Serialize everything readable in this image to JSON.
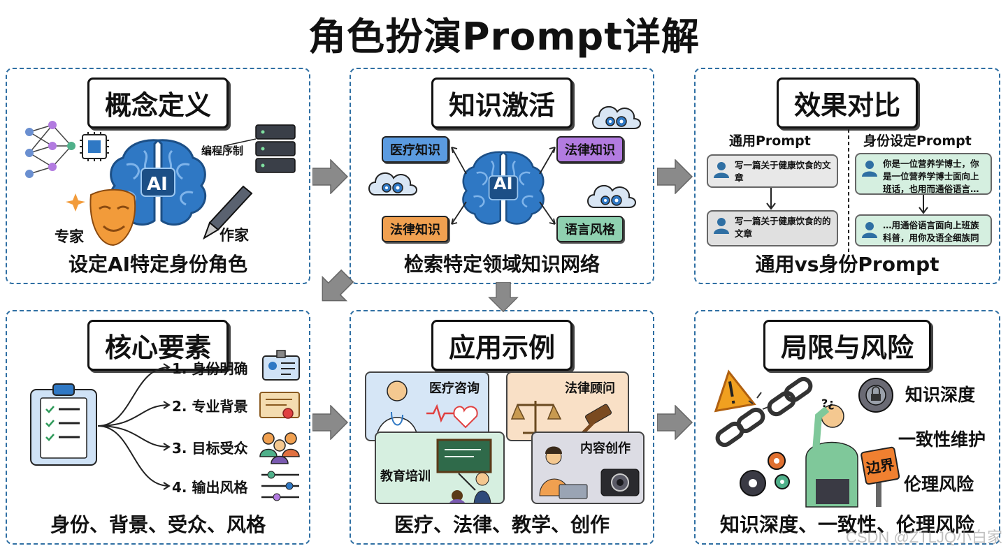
{
  "title": "角色扮演Prompt详解",
  "panels": {
    "concept": {
      "title": "概念定义",
      "caption": "设定AI特定身份角色",
      "labels": {
        "programmer": "编程序制",
        "expert": "专家",
        "writer": "作家",
        "ai": "AI"
      }
    },
    "knowledge": {
      "title": "知识激活",
      "caption": "检索特定领域知识网络",
      "tags": [
        "医疗知识",
        "法律知识",
        "法律知识",
        "语言风格"
      ],
      "ai": "AI"
    },
    "compare": {
      "title": "效果对比",
      "caption": "通用vs身份Prompt",
      "left_head": "通用Prompt",
      "right_head": "身份设定Prompt",
      "left_msgs": [
        "写一篇关于健康饮食的文章",
        "写一篇关于健康饮食的的文章"
      ],
      "right_msgs": [
        "你是一位营养学博士，你是一位营养学博士面向上班话，也用而通俗语言…",
        "…用通俗语言面向上班族科普，用你及语全细族同警…"
      ]
    },
    "elements": {
      "title": "核心要素",
      "caption": "身份、背景、受众、风格",
      "items": [
        "1. 身份明确",
        "2. 专业背景",
        "3. 目标受众",
        "4. 输出风格"
      ]
    },
    "apps": {
      "title": "应用示例",
      "caption": "医疗、法律、教学、创作",
      "cards": [
        "医疗咨询",
        "法律顾问",
        "教育培训",
        "内容创作"
      ]
    },
    "risks": {
      "title": "局限与风险",
      "caption": "知识深度、一致性、伦理风险",
      "items": [
        "知识深度",
        "一致性维护",
        "伦理风险"
      ],
      "sign": "边界",
      "question": "?¿"
    }
  },
  "watermark": "CSDN @ZTLJQ小白家",
  "colors": {
    "panel_border": "#2f6fa3",
    "brain": "#2f78c4",
    "tag_blue": "#5b9be0",
    "tag_purple": "#b27be0",
    "tag_orange": "#f0a050",
    "tag_green": "#8fd0b0",
    "msg_gray": "#e8e8e8",
    "msg_green": "#d5efe0",
    "arrow": "#8a8a8a"
  }
}
